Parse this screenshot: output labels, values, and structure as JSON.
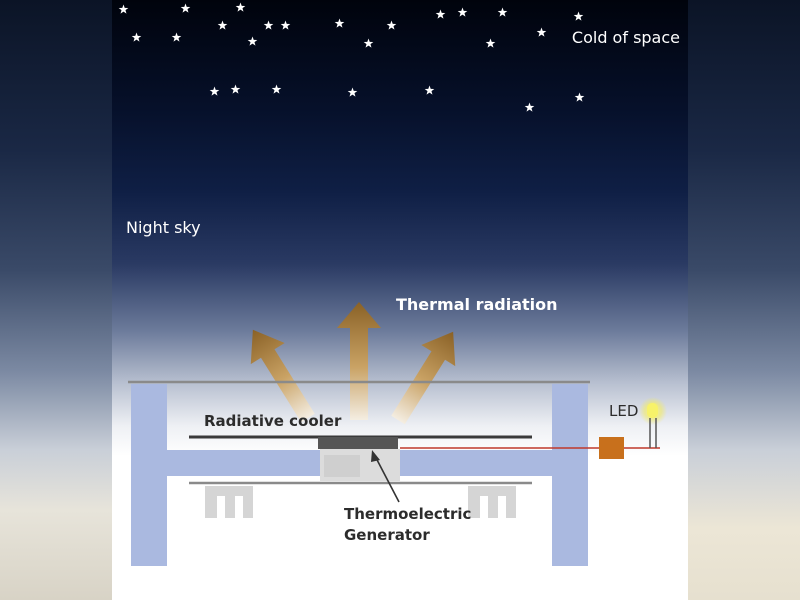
{
  "labels": {
    "cold_of_space": "Cold of space",
    "night_sky": "Night sky",
    "thermal_radiation": "Thermal radiation",
    "radiative_cooler": "Radiative cooler",
    "teg_line1": "Thermoelectric",
    "teg_line2": "Generator",
    "led": "LED"
  },
  "icons": {
    "star": "star-icon",
    "arrow": "thermal-arrow-icon",
    "led": "led-bulb-icon"
  },
  "colors": {
    "frame": "#aab9e0",
    "arrow": "#b58a3e",
    "wire": "#c0392b",
    "resistor": "#c8701c",
    "led_glow": "#f7f26a"
  }
}
